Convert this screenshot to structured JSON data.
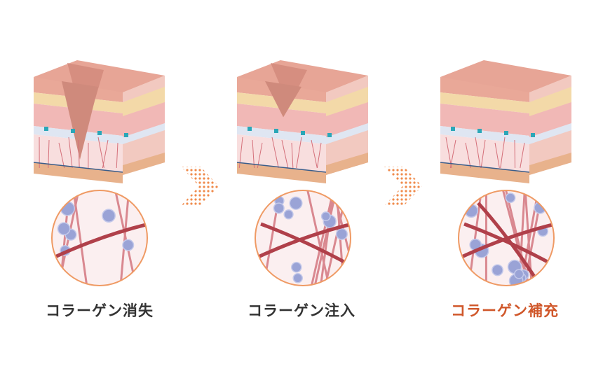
{
  "stages": [
    {
      "label": "コラーゲン消失",
      "label_color": "#333333",
      "wrinkle_depth": 1.0,
      "strong_fibers": 1,
      "thin_fibers": 5,
      "cells": 6
    },
    {
      "label": "コラーゲン注入",
      "label_color": "#333333",
      "wrinkle_depth": 0.45,
      "strong_fibers": 2,
      "thin_fibers": 8,
      "cells": 9
    },
    {
      "label": "コラーゲン補充",
      "label_color": "#d0572a",
      "wrinkle_depth": 0.0,
      "strong_fibers": 3,
      "thin_fibers": 10,
      "cells": 12
    }
  ],
  "arrows": [
    {
      "icon": "dotted-chevron-right-icon"
    },
    {
      "icon": "dotted-chevron-right-icon"
    }
  ],
  "colors": {
    "accent": "#f08a4b",
    "circle_border": "#ef9a64",
    "fiber": "#b0404a",
    "cell": "#9aa3d6"
  }
}
